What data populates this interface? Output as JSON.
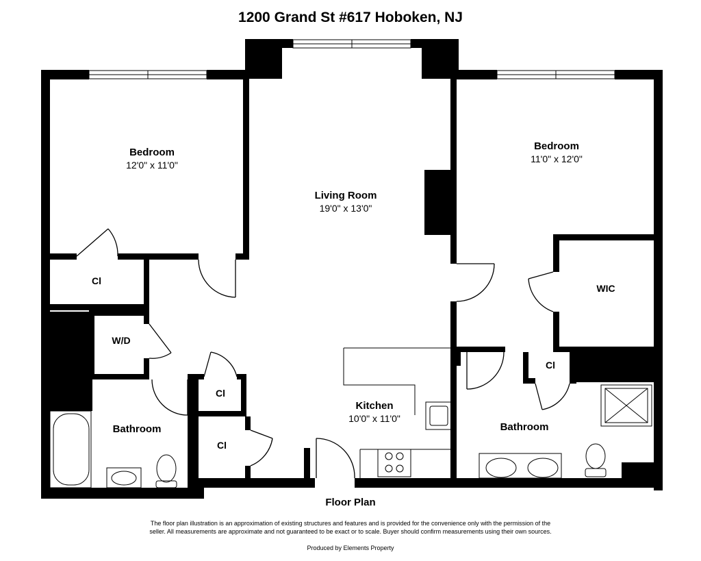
{
  "title": "1200 Grand St #617 Hoboken, NJ",
  "rooms": {
    "bedroom_left": {
      "name": "Bedroom",
      "dims": "12'0\" x 11'0\""
    },
    "living_room": {
      "name": "Living Room",
      "dims": "19'0\" x 13'0\""
    },
    "bedroom_right": {
      "name": "Bedroom",
      "dims": "11'0\" x 12'0\""
    },
    "kitchen": {
      "name": "Kitchen",
      "dims": "10'0\" x 11'0\""
    },
    "bathroom_left": {
      "name": "Bathroom"
    },
    "bathroom_right": {
      "name": "Bathroom"
    },
    "closet_left": {
      "name": "Cl"
    },
    "closet_center_upper": {
      "name": "Cl"
    },
    "closet_center_lower": {
      "name": "Cl"
    },
    "closet_right": {
      "name": "Cl"
    },
    "walk_in_closet": {
      "name": "WIC"
    },
    "washer_dryer": {
      "name": "W/D"
    }
  },
  "caption": "Floor Plan",
  "disclaimer": "The floor plan illustration is an approximation of existing structures and features and is provided for the convenience only with the permission of the seller. All measurements are approximate and not guaranteed to be exact or to scale. Buyer should confirm measurements using their own sources.",
  "producer": "Produced by Elements Property"
}
